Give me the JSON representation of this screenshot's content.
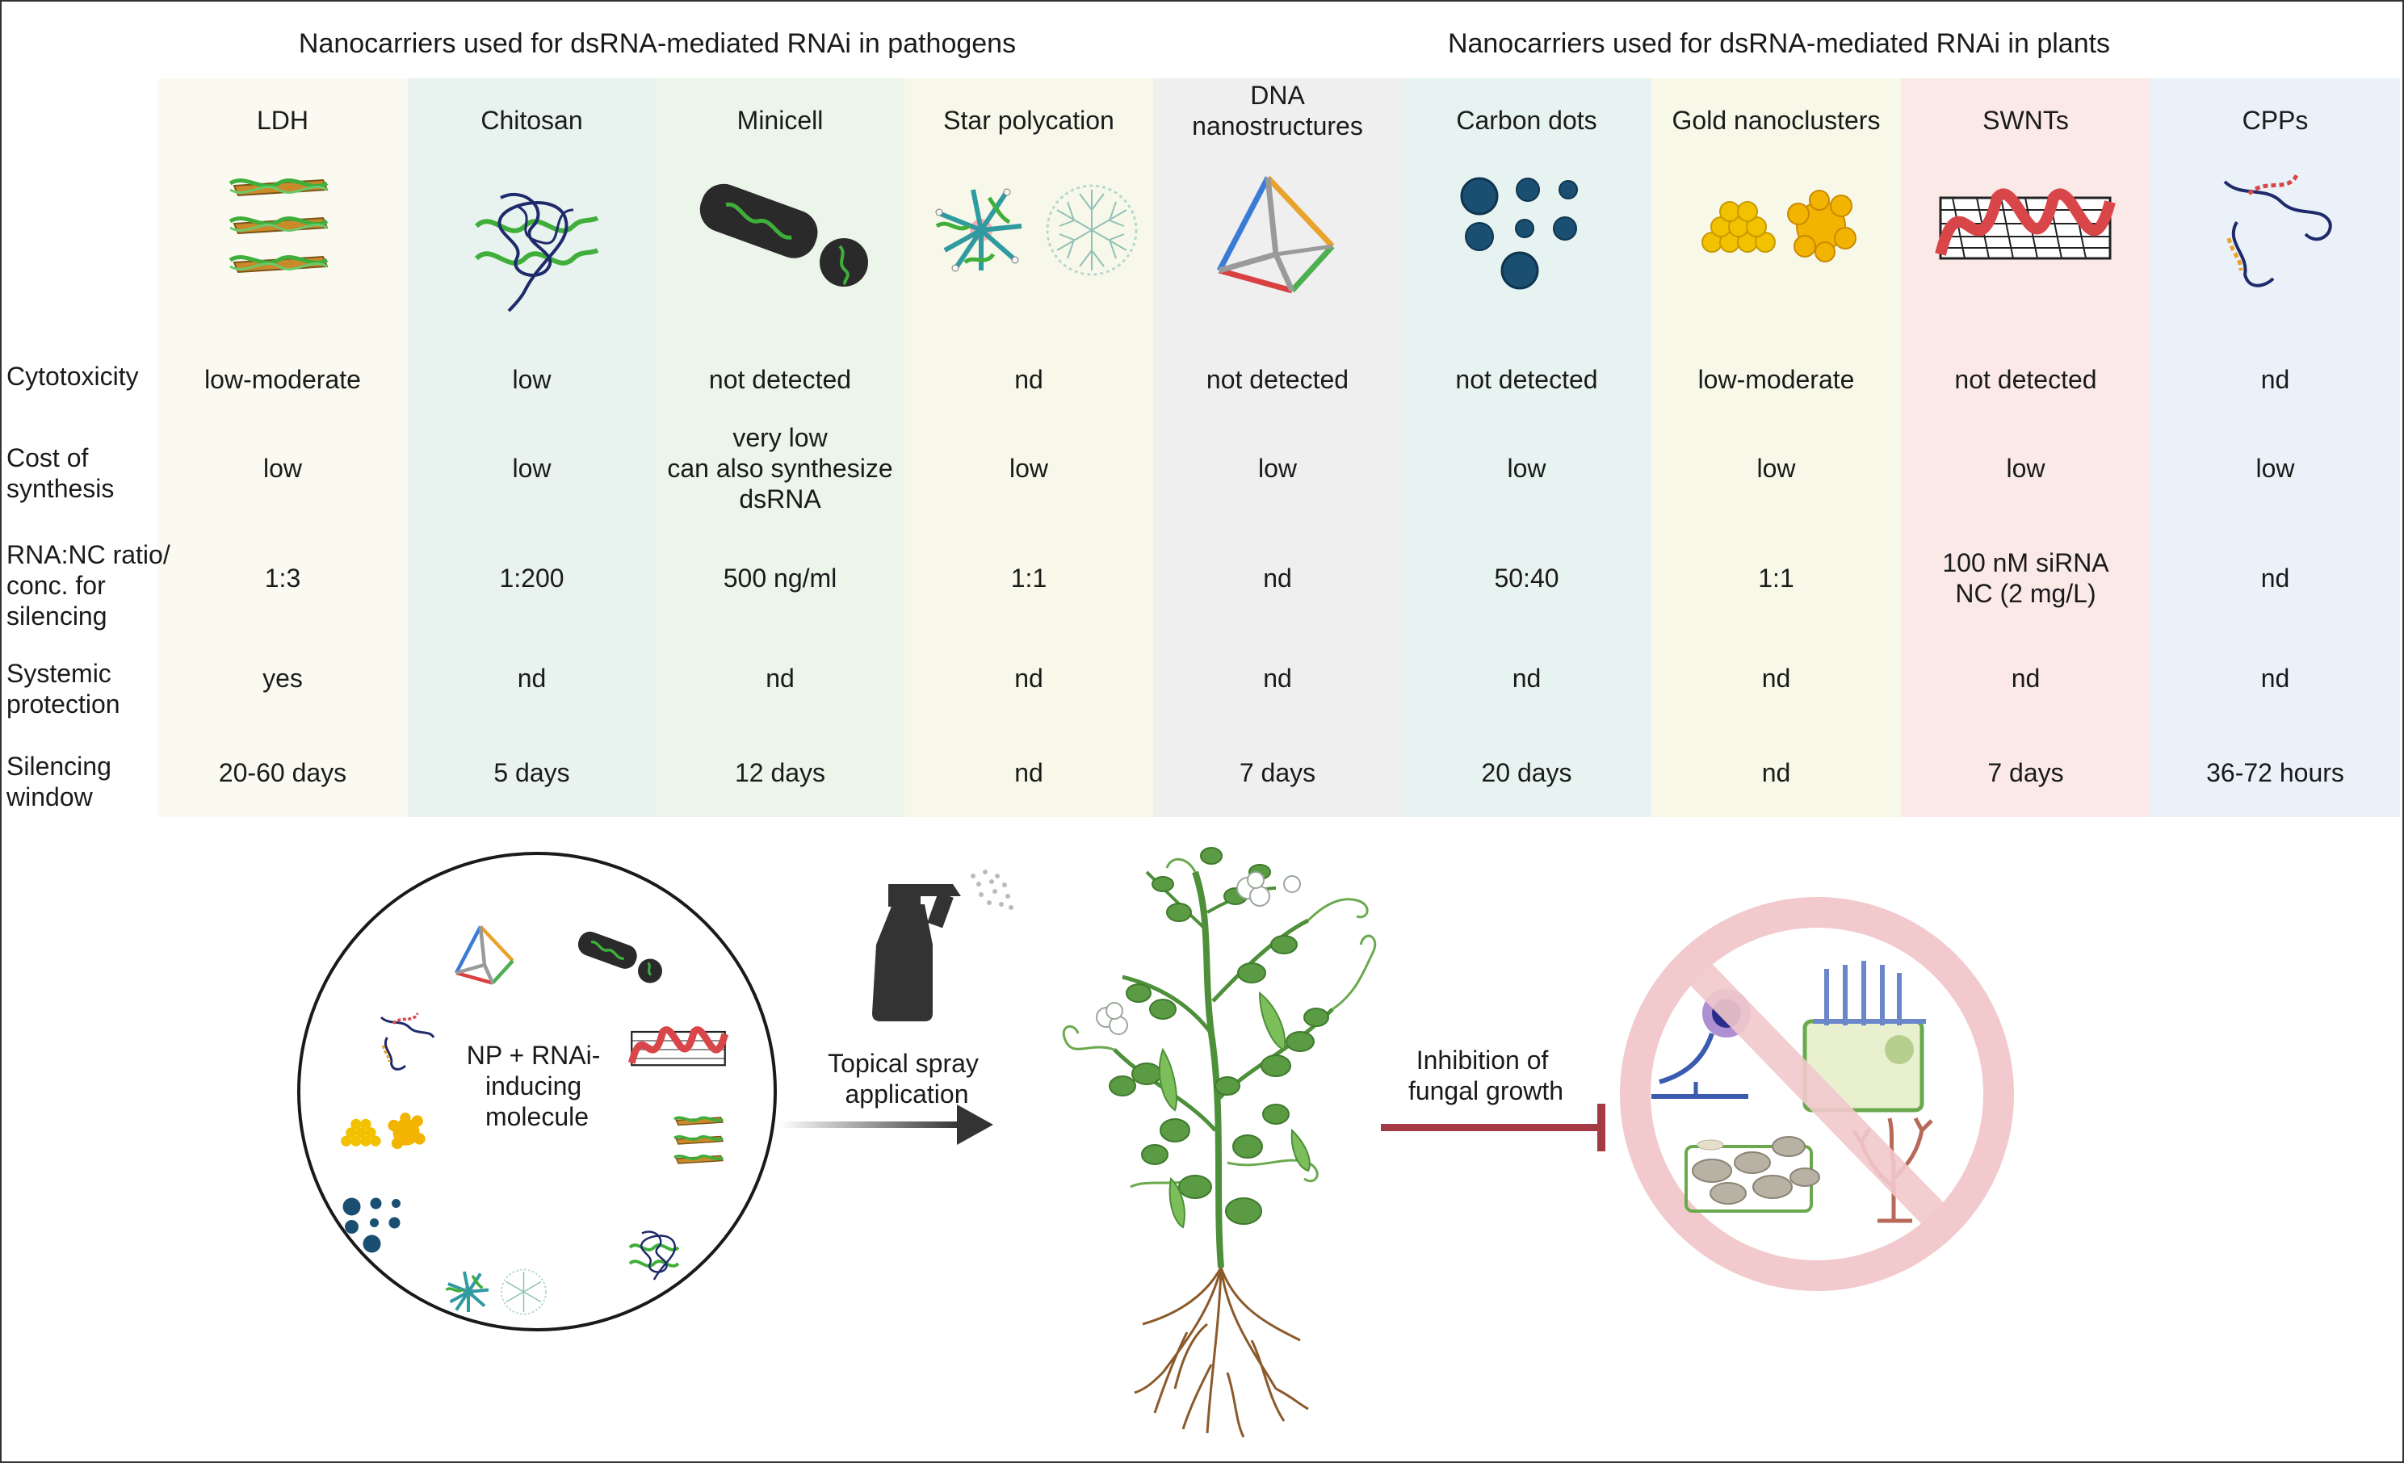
{
  "headers": {
    "pathogens": "Nanocarriers used for dsRNA-mediated RNAi in pathogens",
    "plants": "Nanocarriers used for dsRNA-mediated RNAi in plants"
  },
  "row_labels": {
    "cytotoxicity": "Cytotoxicity",
    "cost": [
      "Cost of",
      "synthesis"
    ],
    "ratio": [
      "RNA:NC ratio/",
      "conc. for",
      "silencing"
    ],
    "systemic": [
      "Systemic",
      "protection"
    ],
    "window": [
      "Silencing",
      "window"
    ]
  },
  "columns": [
    {
      "name": [
        "LDH"
      ],
      "bg": "#fbfaf1",
      "cytotoxicity": "low-moderate",
      "cost": [
        "low"
      ],
      "ratio": [
        "1:3"
      ],
      "systemic": "yes",
      "window": "20-60 days"
    },
    {
      "name": [
        "Chitosan"
      ],
      "bg": "#e8f3f0",
      "cytotoxicity": "low",
      "cost": [
        "low"
      ],
      "ratio": [
        "1:200"
      ],
      "systemic": "nd",
      "window": "5 days"
    },
    {
      "name": [
        "Minicell"
      ],
      "bg": "#ebf5ea",
      "cytotoxicity": "not detected",
      "cost": [
        "very low",
        "can also synthesize",
        "dsRNA"
      ],
      "ratio": [
        "500 ng/ml"
      ],
      "systemic": "nd",
      "window": "12 days"
    },
    {
      "name": [
        "Star polycation"
      ],
      "bg": "#f8f8ea",
      "cytotoxicity": "nd",
      "cost": [
        "low"
      ],
      "ratio": [
        "1:1"
      ],
      "systemic": "nd",
      "window": "nd"
    },
    {
      "name": [
        "DNA",
        "nanostructures"
      ],
      "bg": "#efefef",
      "cytotoxicity": "not detected",
      "cost": [
        "low"
      ],
      "ratio": [
        "nd"
      ],
      "systemic": "nd",
      "window": "7 days"
    },
    {
      "name": [
        "Carbon dots"
      ],
      "bg": "#e7f3f0",
      "cytotoxicity": "not detected",
      "cost": [
        "low"
      ],
      "ratio": [
        "50:40"
      ],
      "systemic": "nd",
      "window": "20 days"
    },
    {
      "name": [
        "Gold nanoclusters"
      ],
      "bg": "#f8f8e9",
      "cytotoxicity": "low-moderate",
      "cost": [
        "low"
      ],
      "ratio": [
        "1:1"
      ],
      "systemic": "nd",
      "window": "nd"
    },
    {
      "name": [
        "SWNTs"
      ],
      "bg": "#fbe9e8",
      "cytotoxicity": "not detected",
      "cost": [
        "low"
      ],
      "ratio": [
        "100 nM siRNA",
        "NC (2 mg/L)"
      ],
      "systemic": "nd",
      "window": "7 days"
    },
    {
      "name": [
        "CPPs"
      ],
      "bg": "#eaf1f8",
      "cytotoxicity": "nd",
      "cost": [
        "low"
      ],
      "ratio": [
        "nd"
      ],
      "systemic": "nd",
      "window": "36-72 hours"
    }
  ],
  "workflow": {
    "circle_label": [
      "NP + RNAi-",
      "inducing",
      "molecule"
    ],
    "spray_label": [
      "Topical spray",
      "application"
    ],
    "inhibition_label": [
      "Inhibition of",
      "fungal growth"
    ]
  },
  "colors": {
    "green_rna": "#3fae3b",
    "navy": "#1f2a6b",
    "orange_layer": "#c98a2a",
    "carbon_dot": "#1b4f72",
    "gold": "#f2c200",
    "swnt_red": "#d9464a",
    "dark_gray": "#333333",
    "inhibit_red": "#a33a44",
    "ban_pink": "#f2c9cc"
  }
}
